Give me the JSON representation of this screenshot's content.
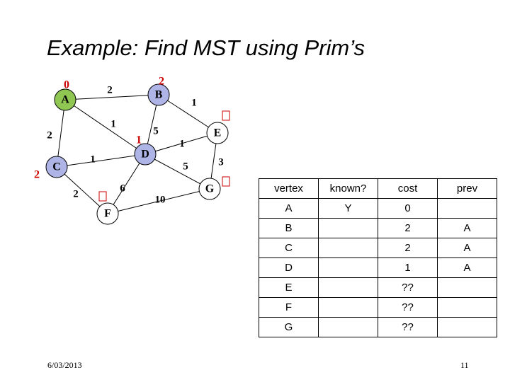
{
  "slide": {
    "title": "Example: Find MST using Prim’s",
    "date": "6/03/2013",
    "page_number": "11"
  },
  "colors": {
    "known_node": "#8fc752",
    "unknown_node": "#aeb4e6",
    "white_node": "#ffffff",
    "cost_label": "#cc0000",
    "mark": "#cc0000"
  },
  "graph": {
    "nodes": [
      {
        "id": "A",
        "label": "A",
        "state": "known",
        "cost": "0"
      },
      {
        "id": "B",
        "label": "B",
        "state": "frontier",
        "cost": "2"
      },
      {
        "id": "C",
        "label": "C",
        "state": "frontier",
        "cost": "2"
      },
      {
        "id": "D",
        "label": "D",
        "state": "frontier",
        "cost": "1"
      },
      {
        "id": "E",
        "label": "E",
        "state": "unseen",
        "cost": ""
      },
      {
        "id": "F",
        "label": "F",
        "state": "unseen",
        "cost": ""
      },
      {
        "id": "G",
        "label": "G",
        "state": "unseen",
        "cost": ""
      }
    ],
    "edges": [
      {
        "from": "A",
        "to": "B",
        "weight": "2"
      },
      {
        "from": "A",
        "to": "C",
        "weight": "2"
      },
      {
        "from": "A",
        "to": "D",
        "weight": "1"
      },
      {
        "from": "B",
        "to": "D",
        "weight": "5"
      },
      {
        "from": "B",
        "to": "E",
        "weight": "1"
      },
      {
        "from": "C",
        "to": "D",
        "weight": "1"
      },
      {
        "from": "C",
        "to": "F",
        "weight": "2"
      },
      {
        "from": "D",
        "to": "E",
        "weight": "1"
      },
      {
        "from": "D",
        "to": "G",
        "weight": "5"
      },
      {
        "from": "D",
        "to": "F",
        "weight": "6"
      },
      {
        "from": "E",
        "to": "G",
        "weight": "3"
      },
      {
        "from": "F",
        "to": "G",
        "weight": "10"
      }
    ],
    "marked_nodes": [
      "E",
      "G",
      "F"
    ]
  },
  "table": {
    "headers": [
      "vertex",
      "known?",
      "cost",
      "prev"
    ],
    "rows": [
      [
        "A",
        "Y",
        "0",
        ""
      ],
      [
        "B",
        "",
        "2",
        "A"
      ],
      [
        "C",
        "",
        "2",
        "A"
      ],
      [
        "D",
        "",
        "1",
        "A"
      ],
      [
        "E",
        "",
        "??",
        ""
      ],
      [
        "F",
        "",
        "??",
        ""
      ],
      [
        "G",
        "",
        "??",
        ""
      ]
    ]
  }
}
